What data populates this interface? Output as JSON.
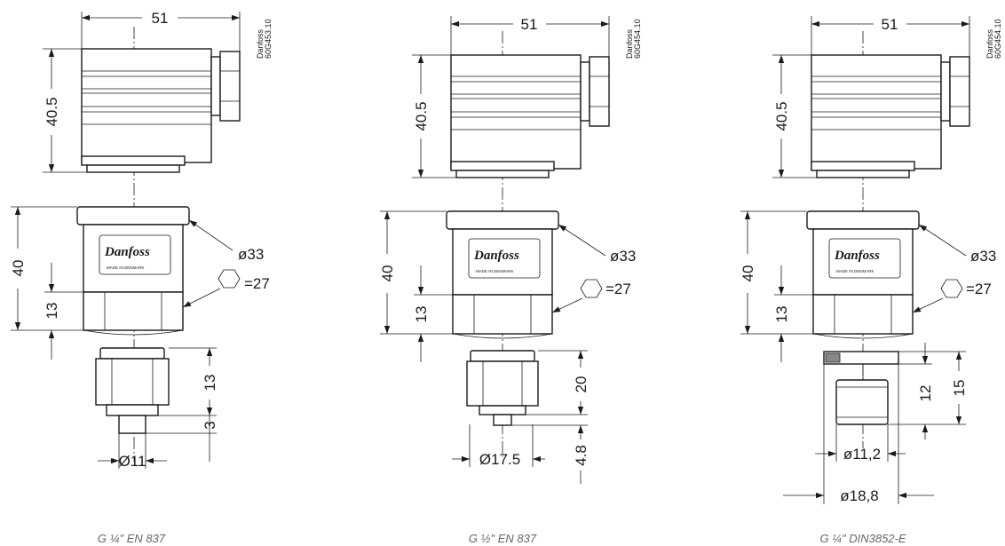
{
  "drawings": [
    {
      "code": "Danfoss\n60G453.10",
      "dim_width": "51",
      "dim_plug": "40.5",
      "dim_body": "40",
      "dim_diam": "ø33",
      "dim_hex": "=27",
      "dim_hex_h": "13",
      "dim_conn_a": "13",
      "dim_conn_b": "3",
      "dim_conn_diam": "Ø11",
      "caption": "G ¼\" EN 837"
    },
    {
      "code": "Danfoss\n60G454.10",
      "dim_width": "51",
      "dim_plug": "40.5",
      "dim_body": "40",
      "dim_diam": "ø33",
      "dim_hex": "=27",
      "dim_hex_h": "13",
      "dim_conn_a": "20",
      "dim_conn_b": "4.8",
      "dim_conn_diam": "Ø17.5",
      "caption": "G ½\" EN 837"
    },
    {
      "code": "Danfoss\n60G454.10",
      "dim_width": "51",
      "dim_plug": "40.5",
      "dim_body": "40",
      "dim_diam": "ø33",
      "dim_hex": "=27",
      "dim_hex_h": "13",
      "dim_conn_a": "12",
      "dim_conn_b": "15",
      "dim_conn_diam": "ø11,2",
      "dim_conn_diam2": "ø18,8",
      "caption": "G ¼\" DIN3852-E"
    }
  ],
  "logo": {
    "brand": "Danfoss",
    "tagline": "MADE IN DENMARK"
  }
}
